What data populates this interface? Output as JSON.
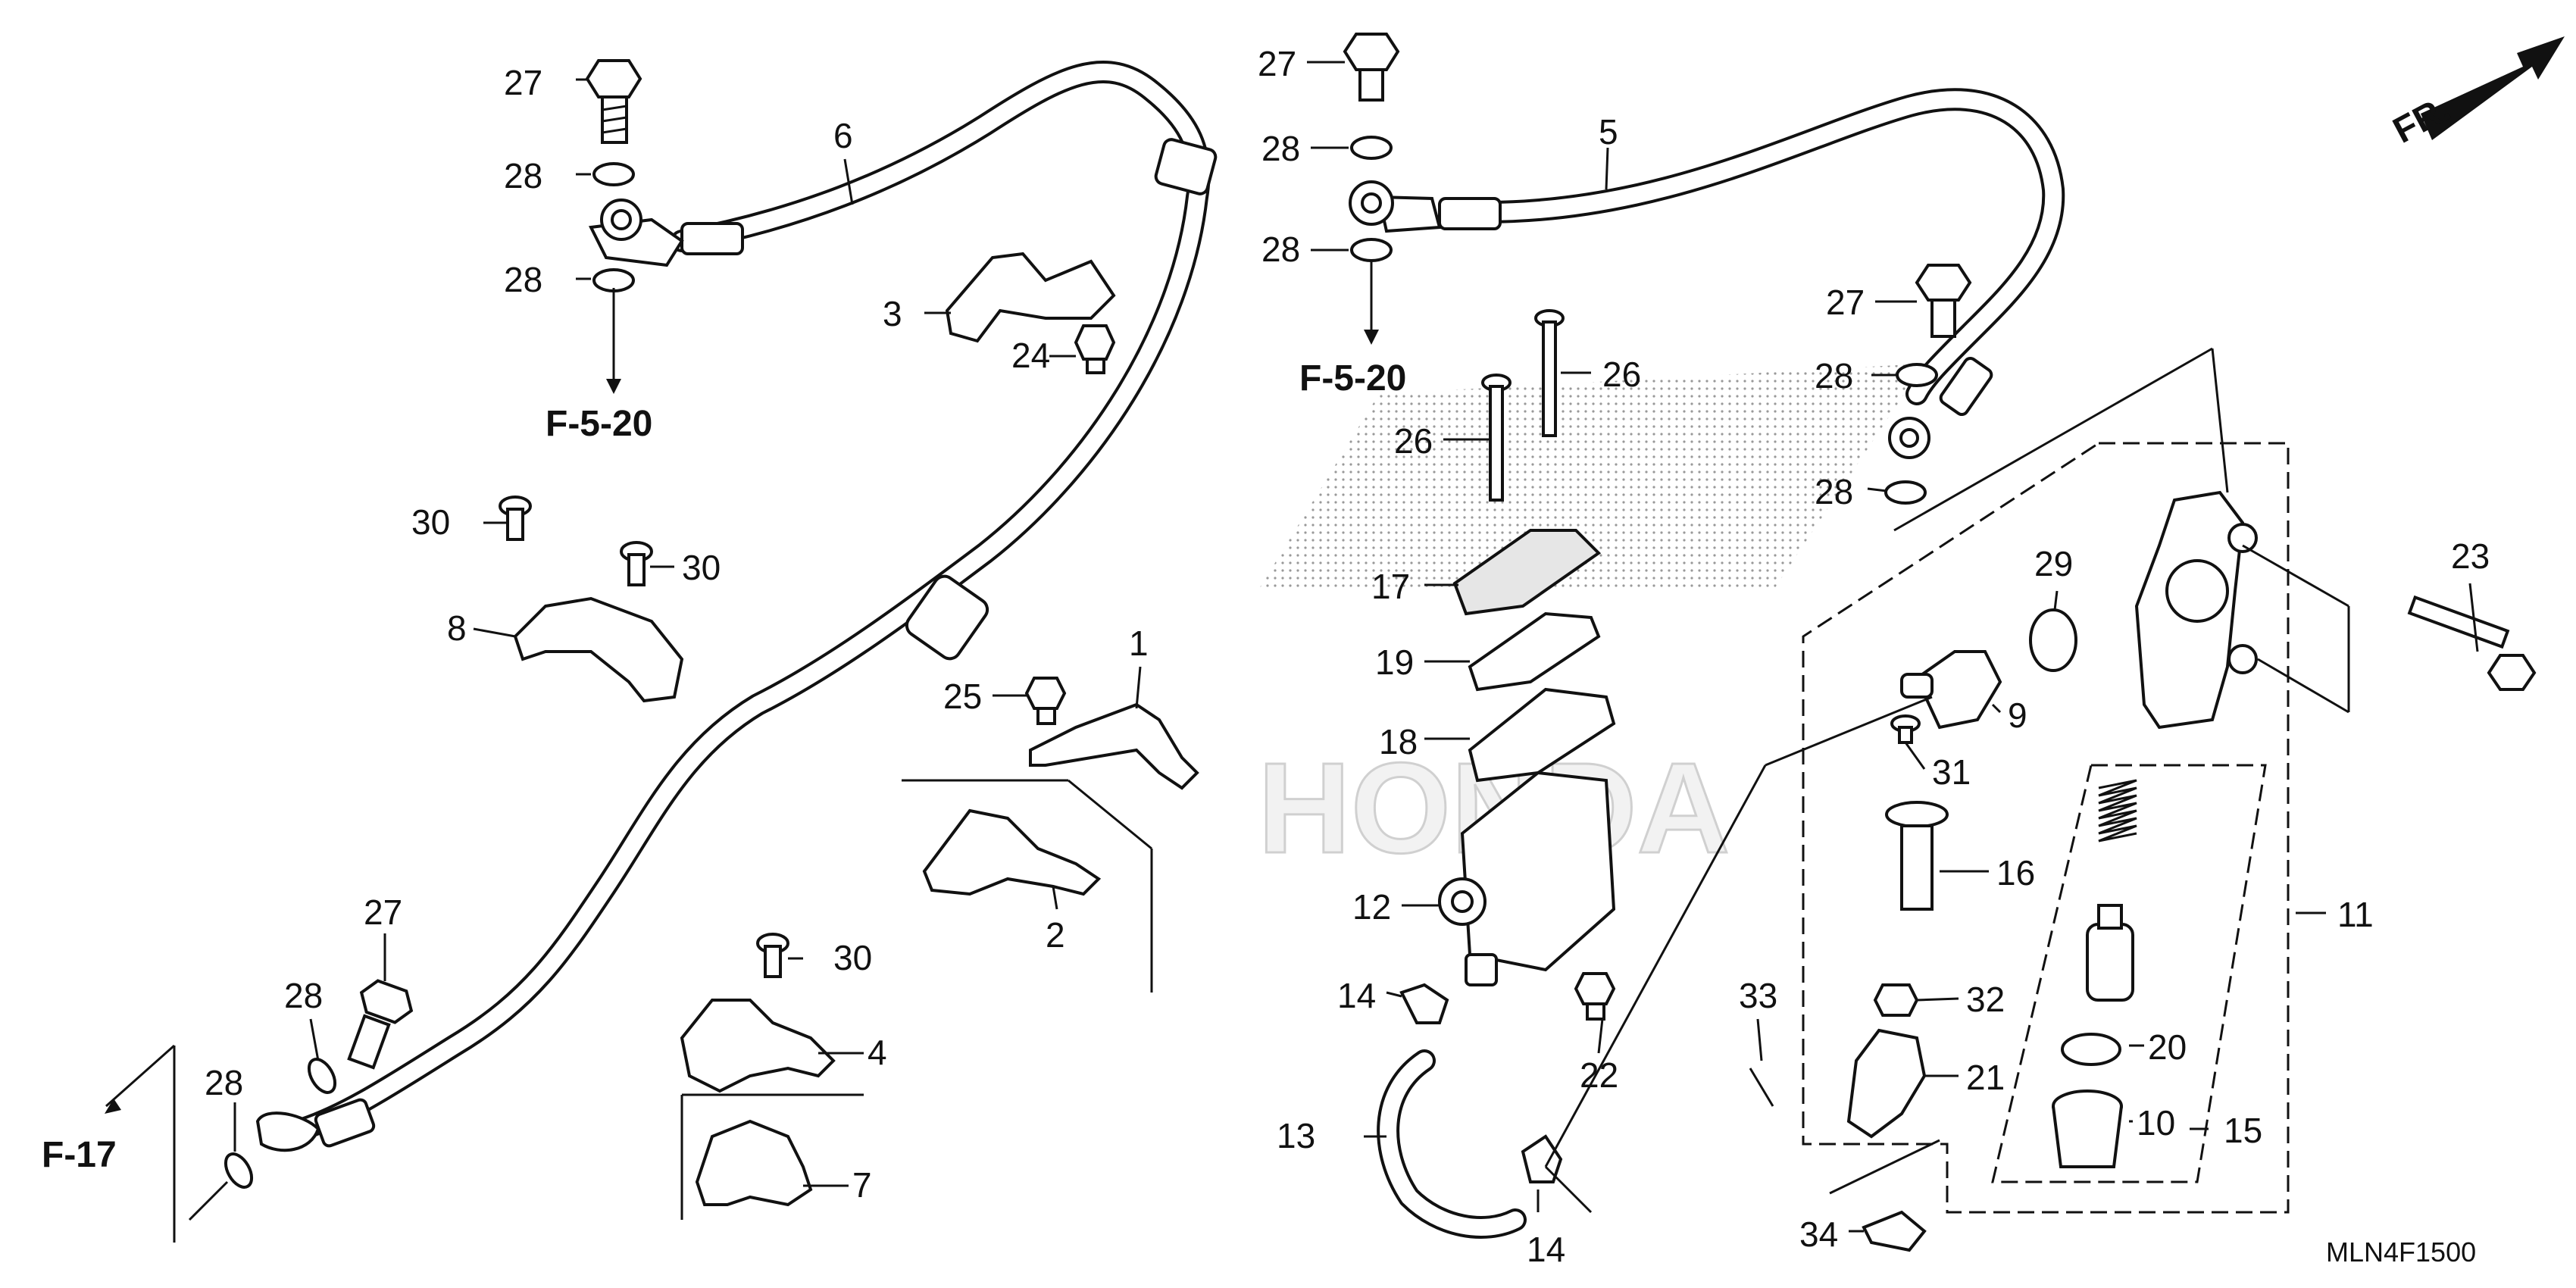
{
  "diagram": {
    "code": "MLN4F1500",
    "direction_label": "FR.",
    "watermark": "HONDA",
    "refs": {
      "f520_left": "F-5-20",
      "f520_right": "F-5-20",
      "f17": "F-17"
    },
    "callouts": {
      "c27a": "27",
      "c28a": "28",
      "c28b": "28",
      "c6": "6",
      "c3": "3",
      "c24": "24",
      "c30a": "30",
      "c30b": "30",
      "c8": "8",
      "c25": "25",
      "c1": "1",
      "c2": "2",
      "c27b": "27",
      "c28c": "28",
      "c28d": "28",
      "c30c": "30",
      "c4": "4",
      "c7": "7",
      "c27c": "27",
      "c28e": "28",
      "c28f": "28",
      "c5": "5",
      "c26a": "26",
      "c26b": "26",
      "c27d": "27",
      "c28g": "28",
      "c28h": "28",
      "c17": "17",
      "c19": "19",
      "c18": "18",
      "c12": "12",
      "c14a": "14",
      "c13": "13",
      "c14b": "14",
      "c22": "22",
      "c33": "33",
      "c29": "29",
      "c9": "9",
      "c31": "31",
      "c16": "16",
      "c32": "32",
      "c21": "21",
      "c34": "34",
      "c23": "23",
      "c11": "11",
      "c20": "20",
      "c10": "10",
      "c15": "15"
    }
  }
}
